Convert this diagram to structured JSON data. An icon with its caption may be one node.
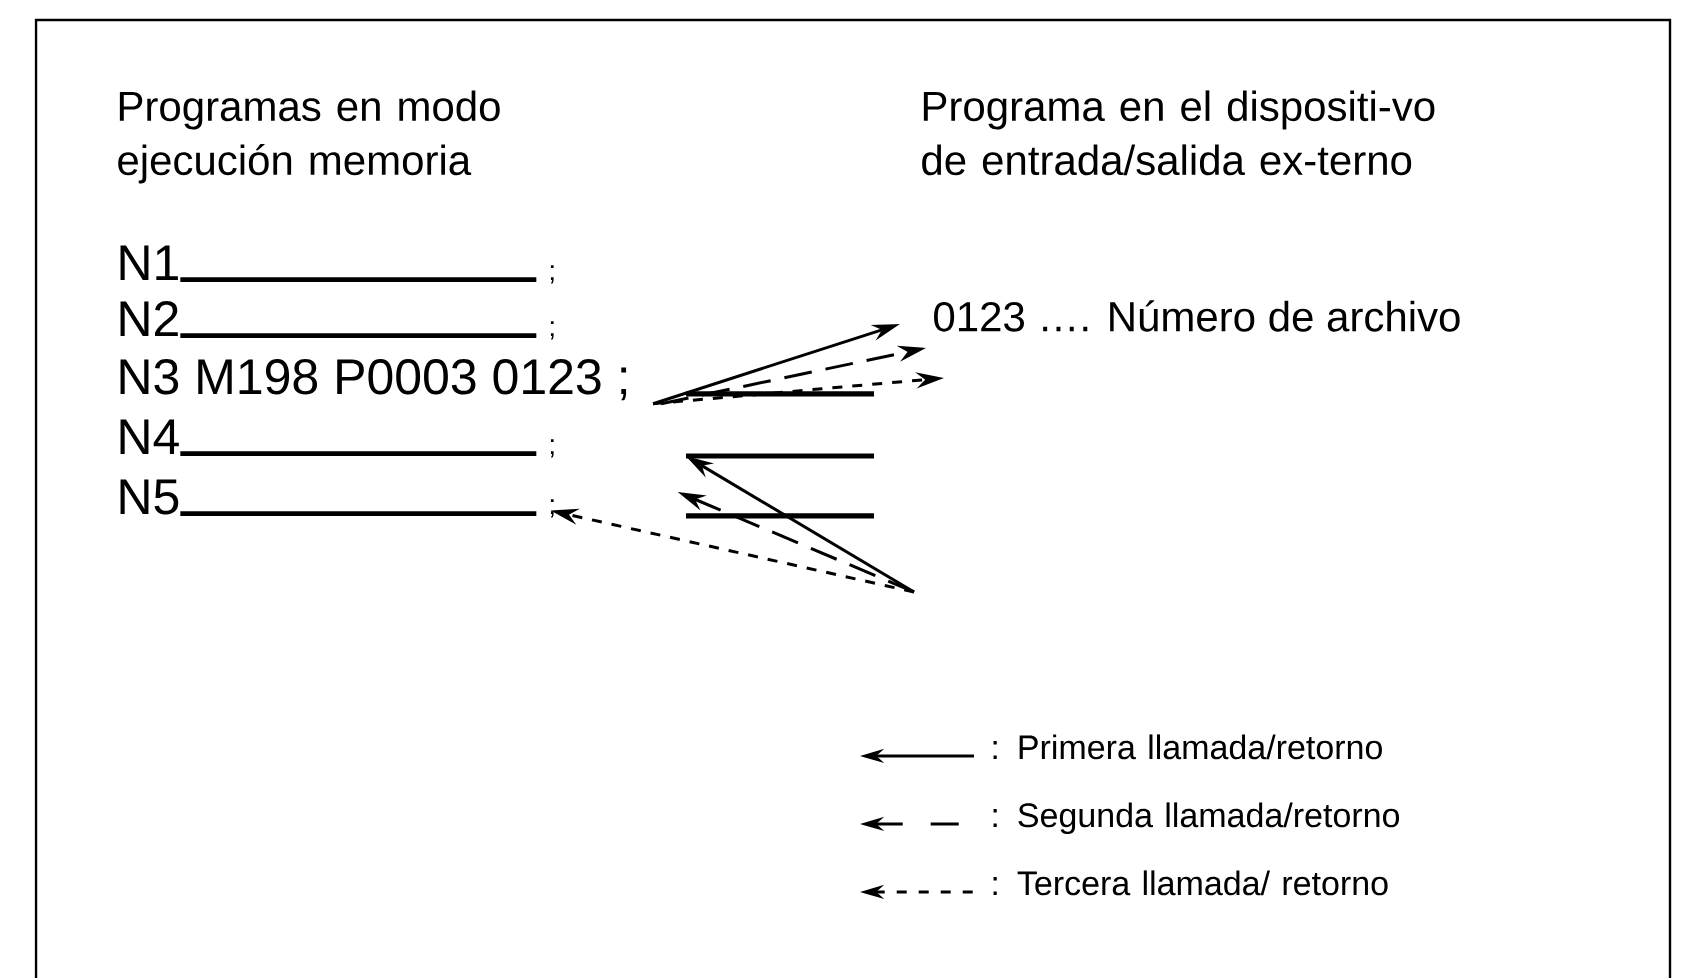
{
  "diagram": {
    "nodes": [
      {
        "text": [
          "N1",
          ";"
        ]
      },
      {
        "text": [
          "N2",
          ";"
        ]
      },
      {
        "text": [
          "N3 M198 P0003 0123 ;"
        ]
      },
      {
        "text": [
          "N4",
          ";"
        ]
      },
      {
        "text": [
          "N5",
          ";"
        ]
      },
      {
        "text": [
          "0123 …. Número de archivo"
        ]
      },
      {
        "text": [],
        "shape": "bar"
      },
      {
        "text": [],
        "shape": "bar"
      },
      {
        "text": [],
        "shape": "bar"
      }
    ],
    "edges": [
      {
        "from": 2,
        "to": 5,
        "arrow": "to"
      },
      {
        "from": 2,
        "to": 5,
        "arrow": "to",
        "style": "dashed"
      },
      {
        "from": 2,
        "to": 5,
        "arrow": "to",
        "style": "dashed"
      },
      {
        "from": null,
        "to": 7,
        "arrow": "to"
      },
      {
        "from": null,
        "to": 8,
        "arrow": "to",
        "style": "dashed"
      },
      {
        "from": null,
        "to": 4,
        "arrow": "to",
        "style": "dashed"
      }
    ],
    "labels": [
      "Programas en modo ejecución memoria",
      "Programa en el dispositi-vo de entrada/salida ex-terno"
    ],
    "legend": [
      {
        "text": ": Primera llamada/retorno"
      },
      {
        "text": ": Segunda llamada/retorno"
      },
      {
        "text": ": Tercera llamada/ retorno"
      }
    ]
  }
}
